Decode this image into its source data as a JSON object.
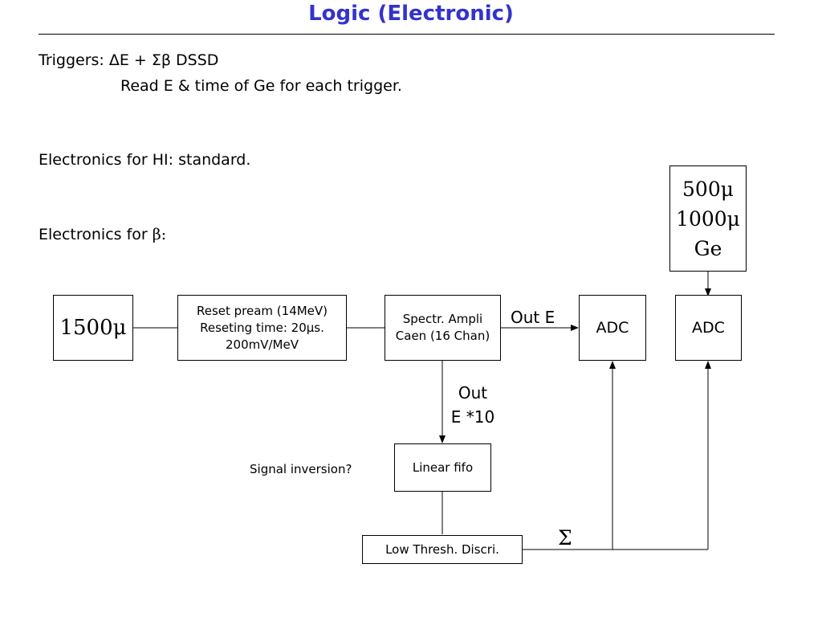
{
  "title": "Logic (Electronic)",
  "text": {
    "triggers_label": "Triggers: ",
    "triggers_formula": "ΔE + Σβ DSSD",
    "triggers_detail": "Read E & time of Ge for each trigger.",
    "electronics_hi": "Electronics for HI: standard.",
    "electronics_beta_label": "Electronics for ",
    "electronics_beta_symbol": "β:"
  },
  "diagram": {
    "detector_1500": "1500μ",
    "preamp": [
      "Reset pream (14MeV)",
      "Reseting time: 20μs.",
      "200mV/MeV"
    ],
    "spectr_ampli": [
      "Spectr. Ampli",
      "Caen (16 Chan)"
    ],
    "out_e": "Out E",
    "adc_1": "ADC",
    "adc_2": "ADC",
    "ge_detector": [
      "500μ",
      "1000μ",
      "Ge"
    ],
    "out_e10": [
      "Out",
      "E *10"
    ],
    "linear_fifo": "Linear fifo",
    "signal_inversion": "Signal inversion?",
    "discri": "Low Thresh. Discri.",
    "sigma": "Σ"
  }
}
